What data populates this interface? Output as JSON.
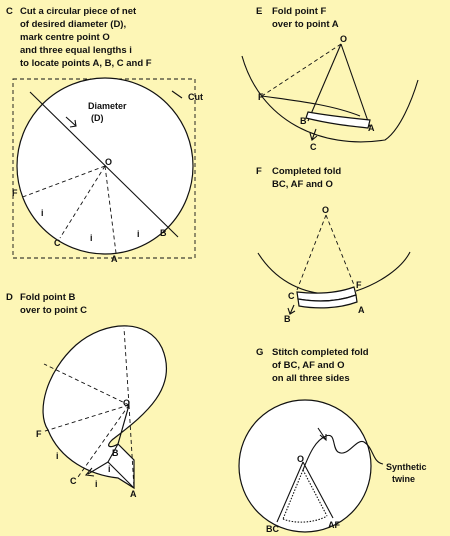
{
  "panels": {
    "C": {
      "letter": "C",
      "caption": [
        "Cut a circular piece of net",
        "of desired diameter (D),",
        "mark centre point O",
        "and three equal lengths i",
        "to locate points A, B, C and F"
      ],
      "diameter": "Diameter",
      "d": "(D)",
      "cut": "Cut",
      "points": {
        "O": "O",
        "F": "F",
        "C": "C",
        "A": "A",
        "B": "B",
        "i": "i"
      }
    },
    "D": {
      "letter": "D",
      "caption": [
        "Fold point B",
        "over to point C"
      ],
      "points": {
        "O": "O",
        "F": "F",
        "C": "C",
        "A": "A",
        "B": "B",
        "i": "i"
      }
    },
    "E": {
      "letter": "E",
      "caption": [
        "Fold point F",
        "over to point A"
      ],
      "points": {
        "O": "O",
        "F": "F",
        "A": "A",
        "B": "B",
        "C": "C"
      }
    },
    "F": {
      "letter": "F",
      "caption": [
        "Completed fold",
        "BC, AF and O"
      ],
      "points": {
        "O": "O",
        "C": "C",
        "F": "F",
        "B": "B",
        "A": "A"
      }
    },
    "G": {
      "letter": "G",
      "caption": [
        "Stitch completed fold",
        "of BC, AF and O",
        "on all three sides"
      ],
      "points": {
        "O": "O",
        "BC": "BC",
        "AF": "AF"
      },
      "twine": [
        "Synthetic",
        "twine"
      ]
    }
  }
}
